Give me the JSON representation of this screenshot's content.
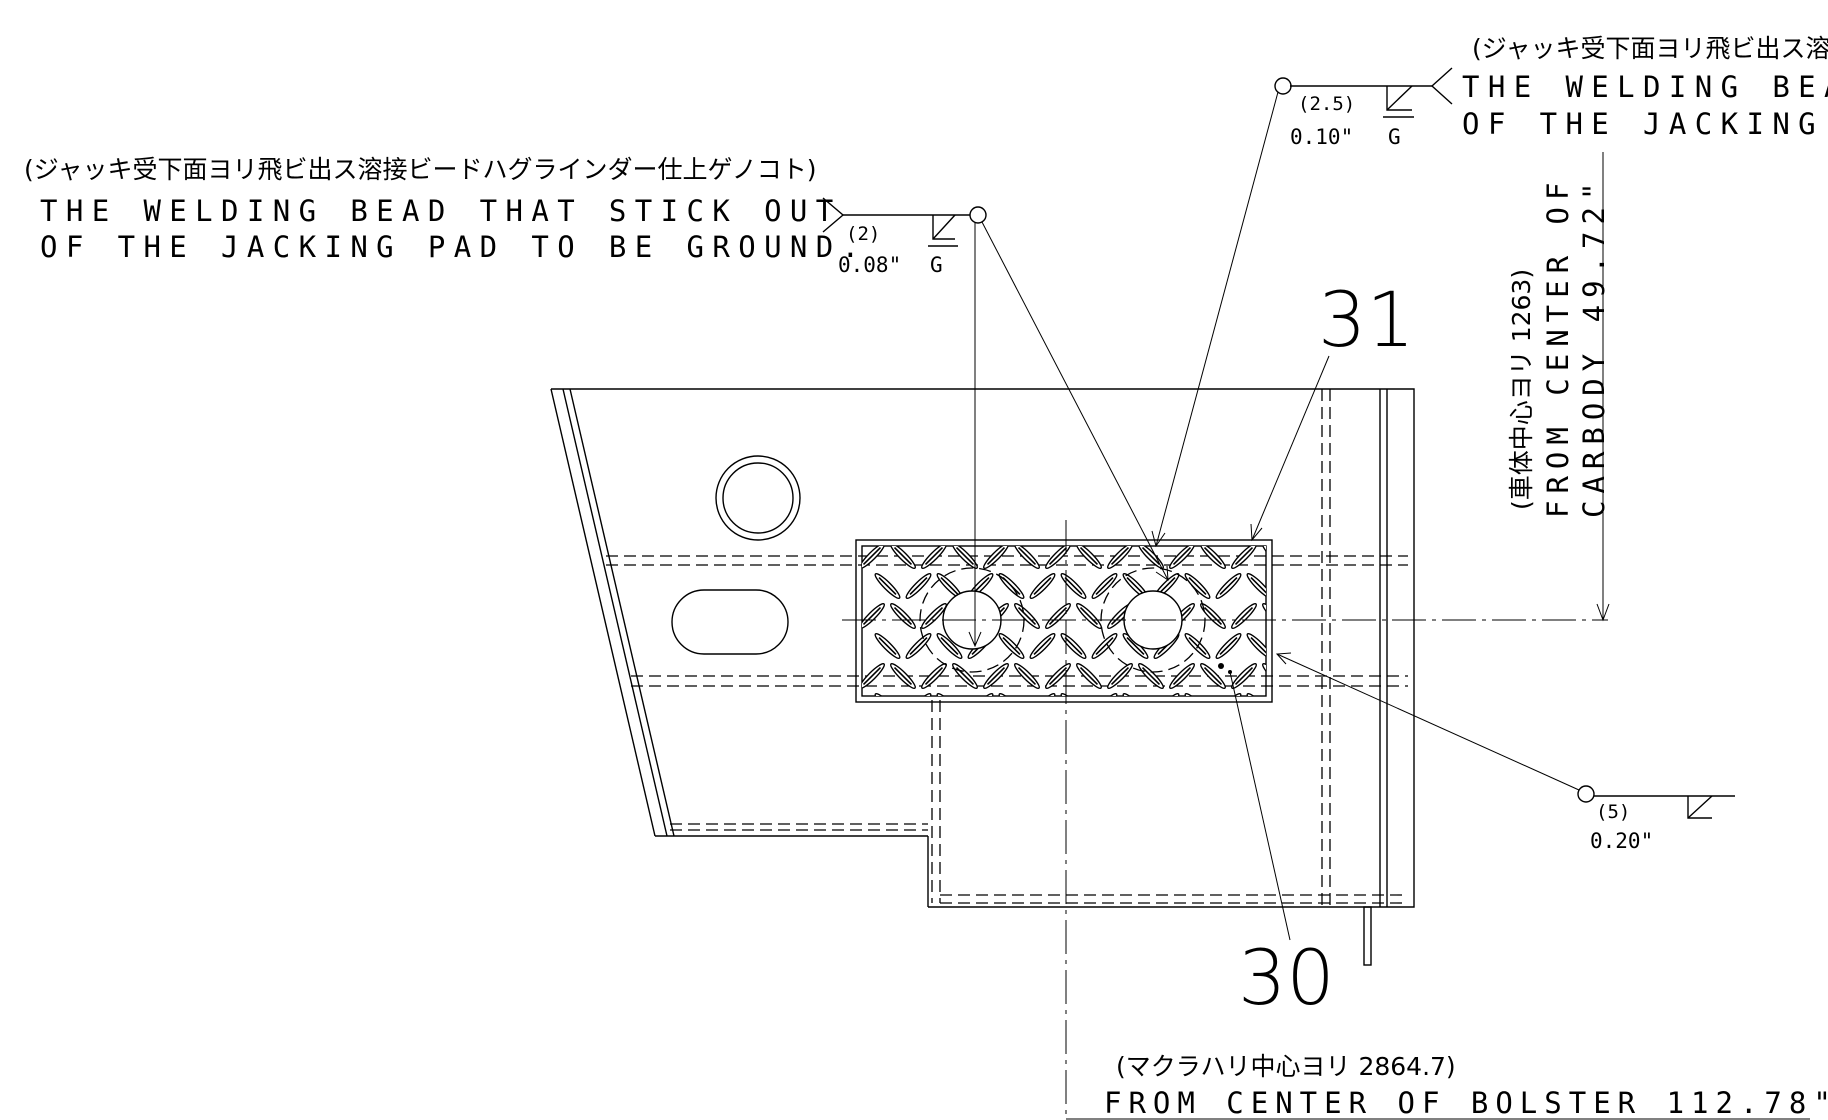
{
  "part_numbers": {
    "upper": "31",
    "lower": "30"
  },
  "weld_left": {
    "note_jp": "(ジャッキ受下面ヨリ飛ビ出ス溶接ビードハグラインダー仕上ゲノコト)",
    "note_line1": "THE WELDING BEAD THAT STICK OUT",
    "note_line2": "OF THE JACKING PAD TO BE GROUND.",
    "size_mm": "(2)",
    "size_in": "0.08\"",
    "finish": "G"
  },
  "weld_right_top": {
    "note_jp": "(ジャッキ受下面ヨリ飛ビ出ス溶",
    "note_line1": "THE WELDING BEA",
    "note_line2": "OF THE JACKING",
    "size_mm": "(2.5)",
    "size_in": "0.10\"",
    "finish": "G"
  },
  "weld_right_bottom": {
    "size_mm": "(5)",
    "size_in": "0.20\""
  },
  "dim_vertical": {
    "jp": "(車体中心ヨリ 1263)",
    "line1": "FROM CENTER OF",
    "line2": "CARBODY 49.72\""
  },
  "dim_horizontal": {
    "jp": "(マクラハリ中心ヨリ 2864.7)",
    "line1": "FROM CENTER OF BOLSTER 112.78\""
  }
}
